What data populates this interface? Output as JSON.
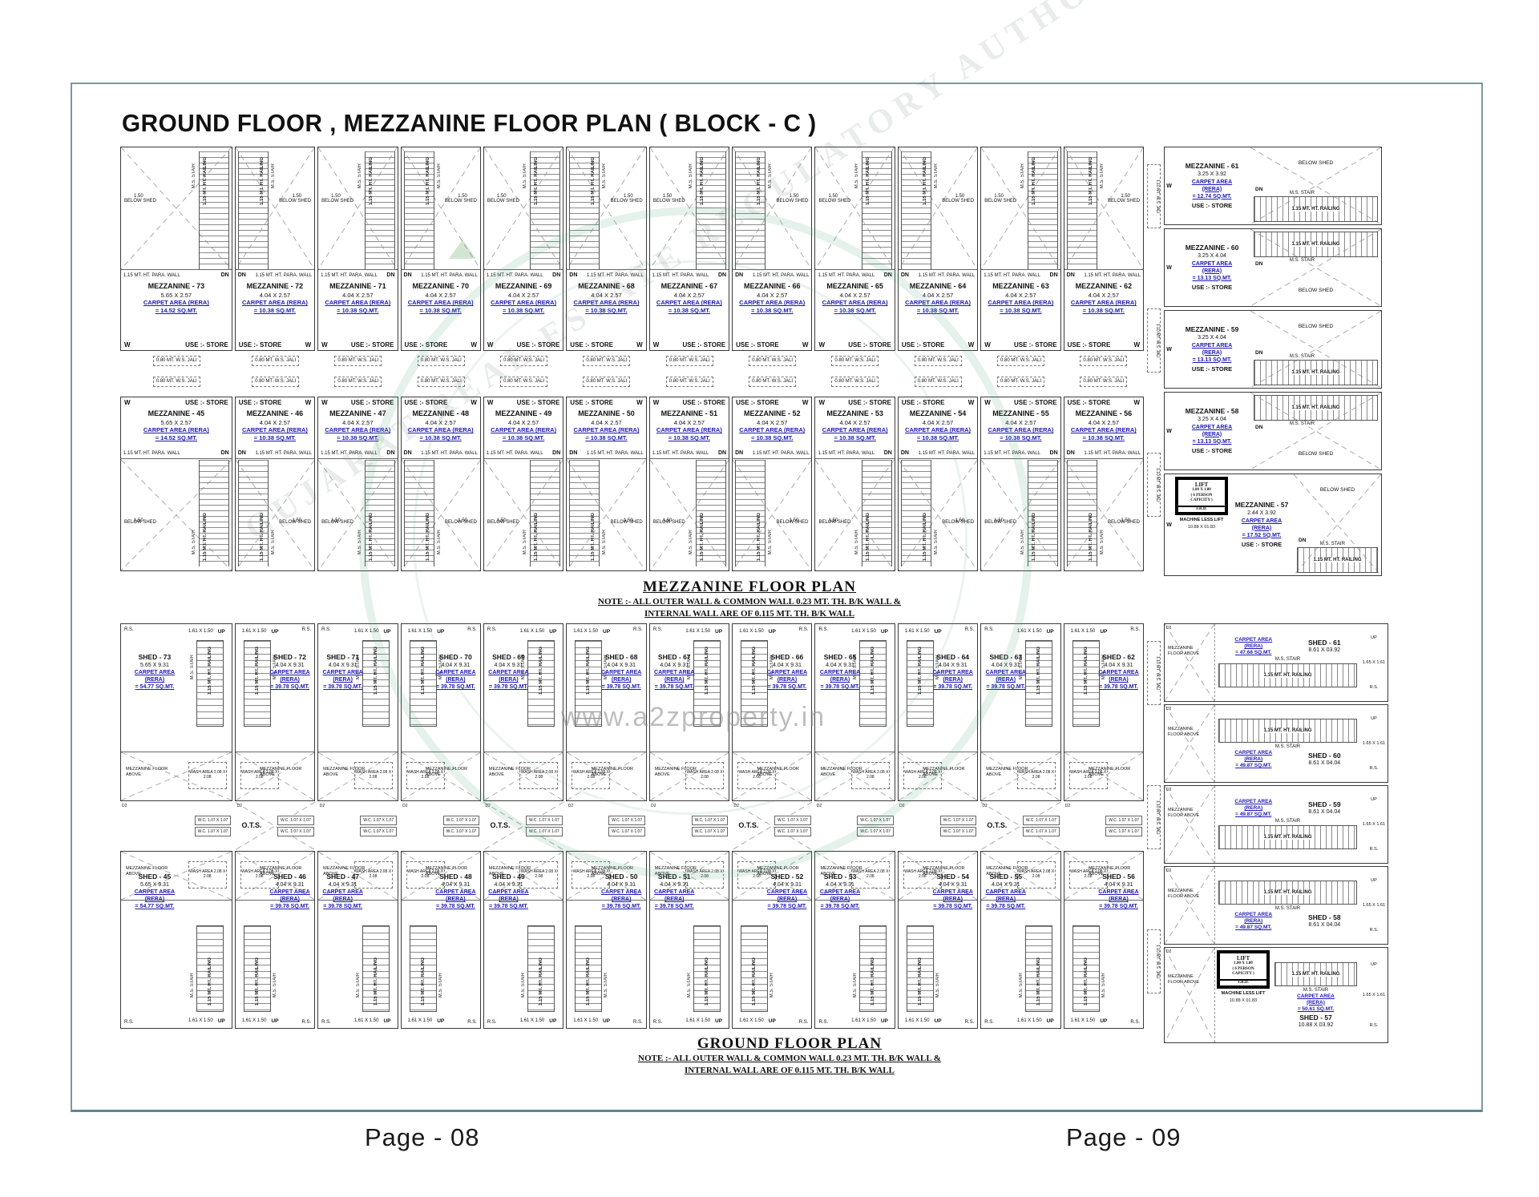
{
  "page": {
    "title": "GROUND FLOOR , MEZZANINE FLOOR PLAN ( BLOCK - C )",
    "page_left": "Page  - 08",
    "page_right": "Page  - 09"
  },
  "labels": {
    "below_shed": "BELOW SHED",
    "ms_stair": "M.S. STAIR",
    "railing": "1.15 MT. HT. RAILING",
    "para_wall": "1.15 MT. HT. PARA. WALL",
    "dn": "DN",
    "up": "UP",
    "w": "W",
    "use_store": "USE :- STORE",
    "ws_jali": "0.80 MT. W.S. JALI",
    "vjali": "1.10 MT. W.S. JALI",
    "carpet_area": "CARPET AREA (RERA)",
    "carpet_area_l1": "CARPET AREA",
    "carpet_area_l2": "(RERA)",
    "dim_150": "1.50",
    "stair_dim": "1.61 X 1.50",
    "stair_dim_right": "1.65 X 1.61",
    "rs": "R.S.",
    "ots": "O.T.S.",
    "wc": "W.C. 1.07 X 1.07",
    "wash_area": "WASH AREA 2.08 X 2.08",
    "mezz_above": "MEZZANINE FLOOR ABOVE",
    "d2": "D2"
  },
  "lift": {
    "title": "LIFT",
    "size": "1.80 X 1.80",
    "cap1": "( 6 PERSON",
    "cap2": "CAPICITY )",
    "frd": "F.R.D.",
    "machine": "MACHINE LESS LIFT",
    "dim": "10.88 X 01.83"
  },
  "mezzanine_plan": {
    "title": "MEZZANINE FLOOR PLAN",
    "note1": "NOTE :- ALL OUTER WALL & COMMON WALL 0.23 MT. TH. B/K WALL &",
    "note2": "INTERNAL WALL ARE OF 0.115 MT. TH. B/K WALL",
    "top_row": [
      {
        "name": "MEZZANINE - 73",
        "dim": "5.65 X 2.57",
        "area": "= 14.52 SQ.MT."
      },
      {
        "name": "MEZZANINE - 72",
        "dim": "4.04 X 2.57",
        "area": "= 10.38 SQ.MT."
      },
      {
        "name": "MEZZANINE - 71",
        "dim": "4.04 X 2.57",
        "area": "= 10.38 SQ.MT."
      },
      {
        "name": "MEZZANINE - 70",
        "dim": "4.04 X 2.57",
        "area": "= 10.38 SQ.MT."
      },
      {
        "name": "MEZZANINE - 69",
        "dim": "4.04 X 2.57",
        "area": "= 10.38 SQ.MT."
      },
      {
        "name": "MEZZANINE - 68",
        "dim": "4.04 X 2.57",
        "area": "= 10.38 SQ.MT."
      },
      {
        "name": "MEZZANINE - 67",
        "dim": "4.04 X 2.57",
        "area": "= 10.38 SQ.MT."
      },
      {
        "name": "MEZZANINE - 66",
        "dim": "4.04 X 2.57",
        "area": "= 10.38 SQ.MT."
      },
      {
        "name": "MEZZANINE - 65",
        "dim": "4.04 X 2.57",
        "area": "= 10.38 SQ.MT."
      },
      {
        "name": "MEZZANINE - 64",
        "dim": "4.04 X 2.57",
        "area": "= 10.38 SQ.MT."
      },
      {
        "name": "MEZZANINE - 63",
        "dim": "4.04 X 2.57",
        "area": "= 10.38 SQ.MT."
      },
      {
        "name": "MEZZANINE - 62",
        "dim": "4.04 X 2.57",
        "area": "= 10.38 SQ.MT."
      }
    ],
    "bottom_row": [
      {
        "name": "MEZZANINE - 45",
        "dim": "5.65 X 2.57",
        "area": "= 14.52 SQ.MT."
      },
      {
        "name": "MEZZANINE - 46",
        "dim": "4.04 X 2.57",
        "area": "= 10.38 SQ.MT."
      },
      {
        "name": "MEZZANINE - 47",
        "dim": "4.04 X 2.57",
        "area": "= 10.38 SQ.MT."
      },
      {
        "name": "MEZZANINE - 48",
        "dim": "4.04 X 2.57",
        "area": "= 10.38 SQ.MT."
      },
      {
        "name": "MEZZANINE - 49",
        "dim": "4.04 X 2.57",
        "area": "= 10.38 SQ.MT."
      },
      {
        "name": "MEZZANINE - 50",
        "dim": "4.04 X 2.57",
        "area": "= 10.38 SQ.MT."
      },
      {
        "name": "MEZZANINE - 51",
        "dim": "4.04 X 2.57",
        "area": "= 10.38 SQ.MT."
      },
      {
        "name": "MEZZANINE - 52",
        "dim": "4.04 X 2.57",
        "area": "= 10.38 SQ.MT."
      },
      {
        "name": "MEZZANINE - 53",
        "dim": "4.04 X 2.57",
        "area": "= 10.38 SQ.MT."
      },
      {
        "name": "MEZZANINE - 54",
        "dim": "4.04 X 2.57",
        "area": "= 10.38 SQ.MT."
      },
      {
        "name": "MEZZANINE - 55",
        "dim": "4.04 X 2.57",
        "area": "= 10.38 SQ.MT."
      },
      {
        "name": "MEZZANINE - 56",
        "dim": "4.04 X 2.57",
        "area": "= 10.38 SQ.MT."
      }
    ],
    "right_units": [
      {
        "name": "MEZZANINE - 61",
        "dim": "3.25 X 3.92",
        "area": "= 12.74 SQ.MT."
      },
      {
        "name": "MEZZANINE - 60",
        "dim": "3.25 X 4.04",
        "area": "= 13.13 SQ.MT.",
        "cls": "lad-top"
      },
      {
        "name": "MEZZANINE - 59",
        "dim": "3.25 X 4.04",
        "area": "= 13.13 SQ.MT."
      },
      {
        "name": "MEZZANINE - 58",
        "dim": "3.25 X 4.04",
        "area": "= 13.13 SQ.MT.",
        "cls": "lad-top"
      },
      {
        "name": "MEZZANINE - 57",
        "dim": "2.44 X 3.92",
        "area": "= 17.52 SQ.MT.",
        "cls": "has-lift tall"
      }
    ]
  },
  "ground_plan": {
    "title": "GROUND FLOOR PLAN",
    "note1": "NOTE :- ALL OUTER WALL & COMMON WALL 0.23 MT. TH. B/K WALL &",
    "note2": "INTERNAL WALL ARE OF 0.115 MT. TH. B/K WALL",
    "top_row": [
      {
        "name": "SHED - 73",
        "dim": "5.65 X 9.31",
        "area": "= 54.77 SQ.MT."
      },
      {
        "name": "SHED - 72",
        "dim": "4.04 X 9.31",
        "area": "= 39.78 SQ.MT."
      },
      {
        "name": "SHED - 71",
        "dim": "4.04 X 9.31",
        "area": "= 39.78 SQ.MT."
      },
      {
        "name": "SHED - 70",
        "dim": "4.04 X 9.31",
        "area": "= 39.78 SQ.MT."
      },
      {
        "name": "SHED - 69",
        "dim": "4.04 X 9.31",
        "area": "= 39.78 SQ.MT."
      },
      {
        "name": "SHED - 68",
        "dim": "4.04 X 9.31",
        "area": "= 39.78 SQ.MT."
      },
      {
        "name": "SHED - 67",
        "dim": "4.04 X 9.31",
        "area": "= 39.78 SQ.MT."
      },
      {
        "name": "SHED - 66",
        "dim": "4.04 X 9.31",
        "area": "= 39.78 SQ.MT."
      },
      {
        "name": "SHED - 65",
        "dim": "4.04 X 9.31",
        "area": "= 39.78 SQ.MT."
      },
      {
        "name": "SHED - 64",
        "dim": "4.04 X 9.31",
        "area": "= 39.78 SQ.MT."
      },
      {
        "name": "SHED - 63",
        "dim": "4.04 X 9.31",
        "area": "= 39.78 SQ.MT."
      },
      {
        "name": "SHED - 62",
        "dim": "4.04 X 9.31",
        "area": "= 39.78 SQ.MT."
      }
    ],
    "bottom_row": [
      {
        "name": "SHED - 45",
        "dim": "5.65 X 9.31",
        "area": "= 54.77 SQ.MT."
      },
      {
        "name": "SHED - 46",
        "dim": "4.04 X 9.31",
        "area": "= 39.78 SQ.MT."
      },
      {
        "name": "SHED - 47",
        "dim": "4.04 X 9.31",
        "area": "= 39.78 SQ.MT."
      },
      {
        "name": "SHED - 48",
        "dim": "4.04 X 9.31",
        "area": "= 39.78 SQ.MT."
      },
      {
        "name": "SHED - 49",
        "dim": "4.04 X 9.31",
        "area": "= 39.78 SQ.MT."
      },
      {
        "name": "SHED - 50",
        "dim": "4.04 X 9.31",
        "area": "= 39.78 SQ.MT."
      },
      {
        "name": "SHED - 51",
        "dim": "4.04 X 9.31",
        "area": "= 39.78 SQ.MT."
      },
      {
        "name": "SHED - 52",
        "dim": "4.04 X 9.31",
        "area": "= 39.78 SQ.MT."
      },
      {
        "name": "SHED - 53",
        "dim": "4.04 X 9.31",
        "area": "= 39.78 SQ.MT."
      },
      {
        "name": "SHED - 54",
        "dim": "4.04 X 9.31",
        "area": "= 39.78 SQ.MT."
      },
      {
        "name": "SHED - 55",
        "dim": "4.04 X 9.31",
        "area": "= 39.78 SQ.MT."
      },
      {
        "name": "SHED - 56",
        "dim": "4.04 X 9.31",
        "area": "= 39.78 SQ.MT."
      }
    ],
    "right_units": [
      {
        "name": "SHED - 61",
        "dim": "8.61 X 03.92",
        "area": "= 47.68 SQ.MT."
      },
      {
        "name": "SHED - 60",
        "dim": "8.61 X 04.04",
        "area": "= 49.87 SQ.MT.",
        "cls": "lad-top"
      },
      {
        "name": "SHED - 59",
        "dim": "8.61 X 04.04",
        "area": "= 49.87 SQ.MT."
      },
      {
        "name": "SHED - 58",
        "dim": "8.61 X 04.04",
        "area": "= 49.87 SQ.MT.",
        "cls": "lad-top"
      },
      {
        "name": "SHED - 57",
        "dim": "10.88 X 03.92",
        "area": "= 50.61 SQ.MT.",
        "cls": "has-lift tall lad-top"
      }
    ],
    "strip": [
      {
        "cls": "cell-wc",
        "wc": "W.C. 1.07 X 1.07"
      },
      {
        "cls": "cell-ots",
        "ots": "O.T.S.",
        "wc": "W.C. 1.07 X 1.07"
      },
      {
        "cls": "cell-wc",
        "wc": "W.C. 1.07 X 1.07"
      },
      {
        "cls": "cell-wc",
        "wc": "W.C. 1.07 X 1.07"
      },
      {
        "cls": "cell-ots",
        "ots": "O.T.S.",
        "wc": "W.C. 1.07 X 1.07"
      },
      {
        "cls": "cell-wc",
        "wc": "W.C. 1.07 X 1.07"
      },
      {
        "cls": "cell-wc",
        "wc": "W.C. 1.07 X 1.07"
      },
      {
        "cls": "cell-ots",
        "ots": "O.T.S.",
        "wc": "W.C. 1.07 X 1.07"
      },
      {
        "cls": "cell-wc",
        "wc": "W.C. 1.07 X 1.07"
      },
      {
        "cls": "cell-wc",
        "wc": "W.C. 1.07 X 1.07"
      },
      {
        "cls": "cell-ots",
        "ots": "O.T.S.",
        "wc": "W.C. 1.07 X 1.07"
      },
      {
        "cls": "cell-wc",
        "wc": "W.C. 1.07 X 1.07"
      }
    ]
  },
  "watermark": {
    "seal_text": "GUJARAT REAL ESTATE REGULATORY AUTHORITY",
    "url": "www.a2zproperty.in",
    "letters": [
      {
        "ch": "A",
        "color": "#de6b6b"
      },
      {
        "ch": "2",
        "color": "#79b96e"
      },
      {
        "ch": "Z",
        "color": "#e28a8a"
      },
      {
        "ch": "P",
        "color": "#7ba3e0"
      },
      {
        "ch": "r",
        "color": "#7ba3e0"
      },
      {
        "ch": "o",
        "color": "#7ba3e0"
      },
      {
        "ch": "p",
        "color": "#7ba3e0"
      },
      {
        "ch": "e",
        "color": "#e3c04f"
      },
      {
        "ch": "r",
        "color": "#8bc178"
      },
      {
        "ch": "t",
        "color": "#e3c04f"
      },
      {
        "ch": "y",
        "color": "#79b96e"
      }
    ]
  }
}
